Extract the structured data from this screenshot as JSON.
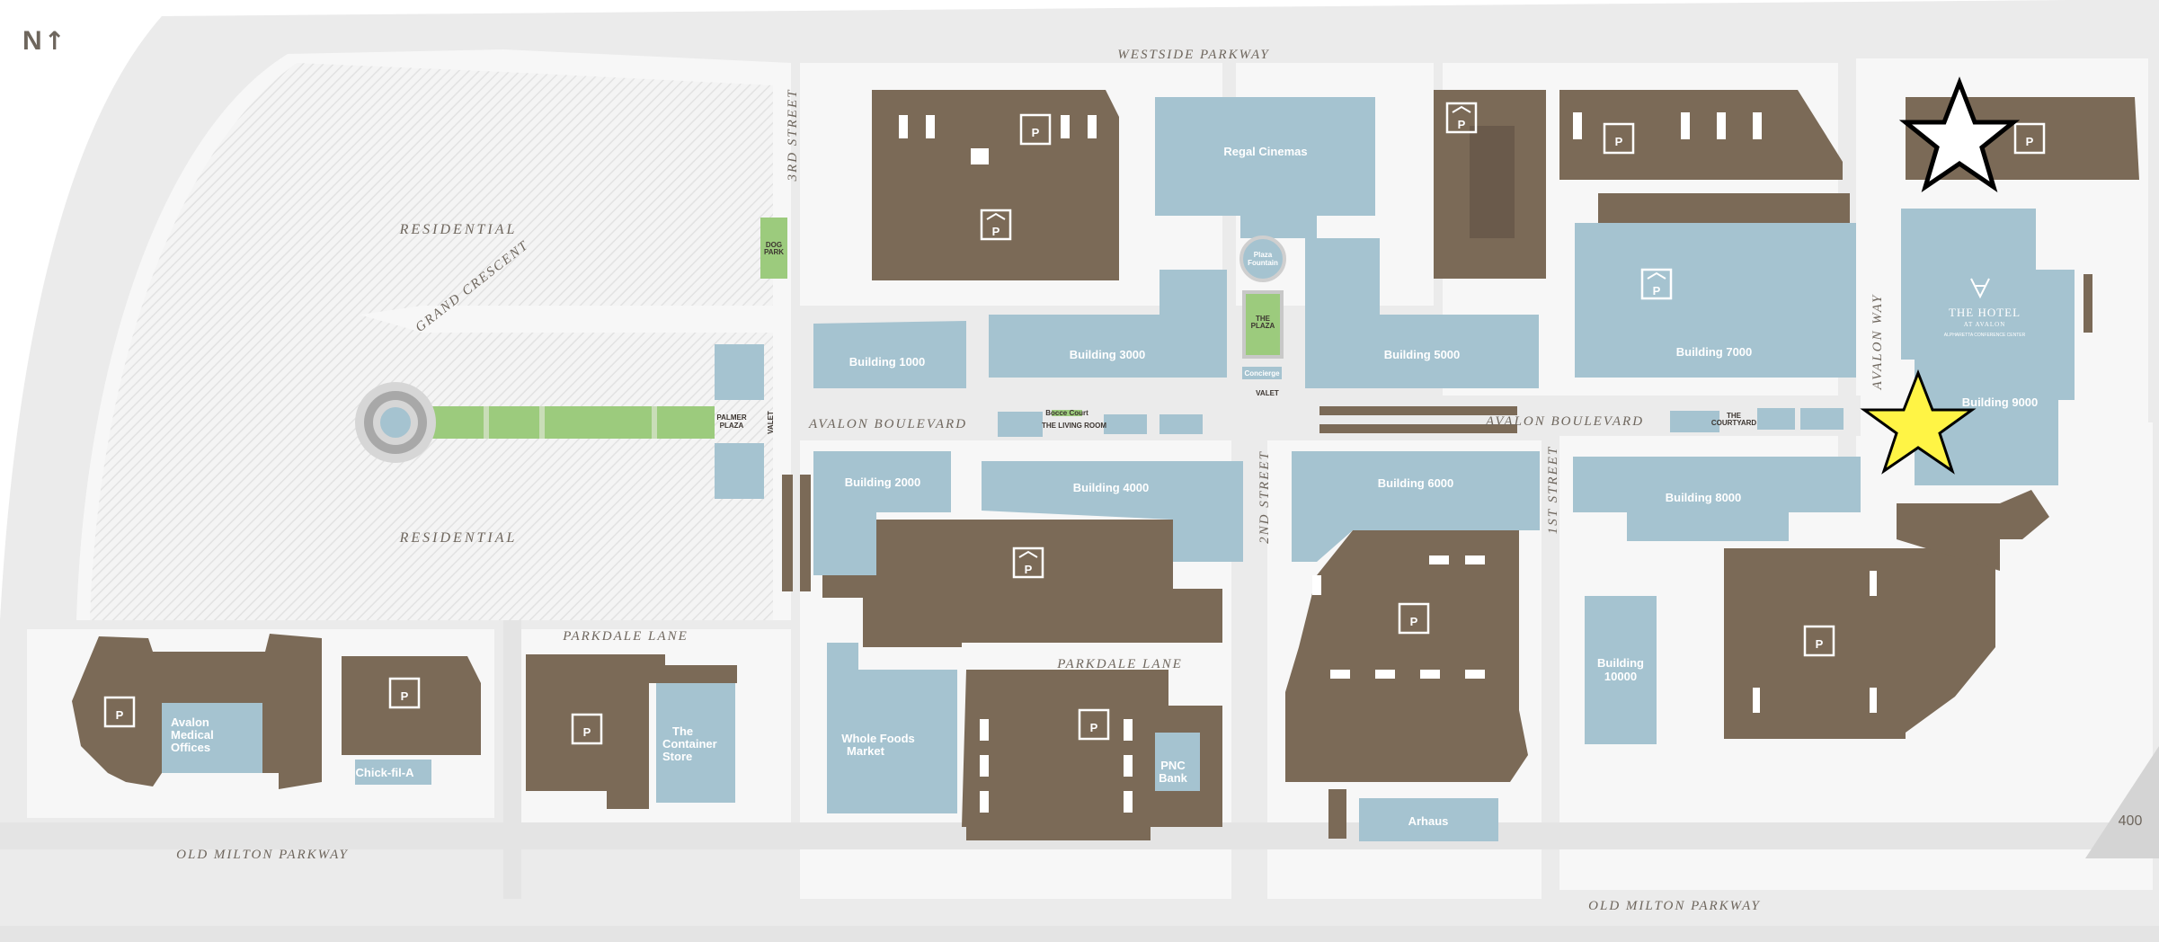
{
  "north": {
    "letter": "N",
    "arrow": "↑"
  },
  "scale_number": "400",
  "colors": {
    "background": "#ffffff",
    "road": "#ebebeb",
    "lot": "#f7f7f7",
    "parking": "#7b6a57",
    "retail": "#a5c3d0",
    "green": "#9ccb7d",
    "street_text": "#6e665d",
    "star_yellow": "#fff445",
    "star_white": "#ffffff"
  },
  "streets": {
    "westside_parkway": "WESTSIDE PARKWAY",
    "old_milton_left": "OLD MILTON PARKWAY",
    "old_milton_right": "OLD MILTON PARKWAY",
    "avalon_blvd_left": "AVALON BOULEVARD",
    "avalon_blvd_right": "AVALON BOULEVARD",
    "third_street": "3RD STREET",
    "second_street": "2ND STREET",
    "first_street": "1ST STREET",
    "avalon_way": "AVALON WAY",
    "parkdale_lane_left": "PARKDALE LANE",
    "parkdale_lane_mid": "PARKDALE LANE",
    "grand_crescent": "GRAND CRESCENT"
  },
  "areas": {
    "residential_top": "RESIDENTIAL",
    "residential_bottom": "RESIDENTIAL"
  },
  "buildings": {
    "regal": "Regal Cinemas",
    "b1000": "Building 1000",
    "b2000": "Building 2000",
    "b3000": "Building 3000",
    "b4000": "Building 4000",
    "b5000": "Building 5000",
    "b6000": "Building 6000",
    "b7000": "Building 7000",
    "b8000": "Building 8000",
    "b9000": "Building 9000",
    "b10000_line1": "Building",
    "b10000_line2": "10000",
    "whole_foods_line1": "Whole Foods",
    "whole_foods_line2": "Market",
    "container_line1": "The",
    "container_line2": "Container",
    "container_line3": "Store",
    "medical_line1": "Avalon",
    "medical_line2": "Medical",
    "medical_line3": "Offices",
    "chickfila": "Chick-fil-A",
    "pnc_line1": "PNC",
    "pnc_line2": "Bank",
    "arhaus": "Arhaus",
    "hotel_line1": "THE HOTEL",
    "hotel_line2": "AT AVALON",
    "hotel_line3": "ALPHARETTA CONFERENCE CENTER"
  },
  "small_labels": {
    "dog_park_1": "DOG",
    "dog_park_2": "PARK",
    "fountain_1": "Plaza",
    "fountain_2": "Fountain",
    "plaza_1": "THE",
    "plaza_2": "PLAZA",
    "concierge": "Concierge",
    "valet_center": "VALET",
    "valet_left": "VALET",
    "palmer_1": "PALMER",
    "palmer_2": "PLAZA",
    "bocce": "Bocce Court",
    "living_room": "THE LIVING ROOM",
    "courtyard_1": "THE",
    "courtyard_2": "COURTYARD"
  },
  "parking_symbol": "P"
}
